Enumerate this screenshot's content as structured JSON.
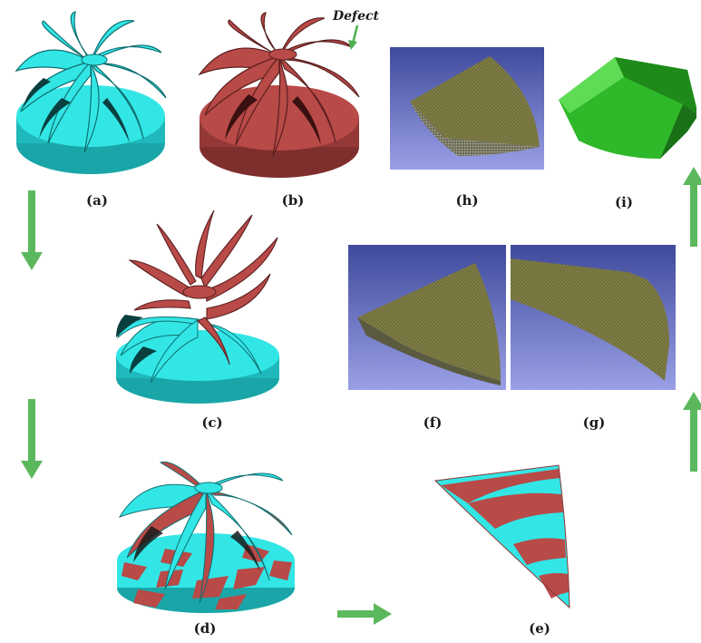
{
  "figure": {
    "labels": {
      "a": "(a)",
      "b": "(b)",
      "c": "(c)",
      "d": "(d)",
      "e": "(e)",
      "f": "(f)",
      "g": "(g)",
      "h": "(h)",
      "i": "(i)"
    },
    "defect_annotation": "Defect"
  },
  "colors": {
    "cyan": "#33e6e6",
    "cyan_dark": "#1aa6a8",
    "red": "#b84a48",
    "red_dark": "#7e2e2d",
    "green_arrow": "#5cb85c",
    "green_solid": "#2fb82a",
    "mesh_bg": "#6f74c6",
    "mesh_olive": "#7c7a3e"
  },
  "icons": [
    "arrow-down-icon",
    "arrow-right-icon",
    "arrow-up-icon"
  ]
}
